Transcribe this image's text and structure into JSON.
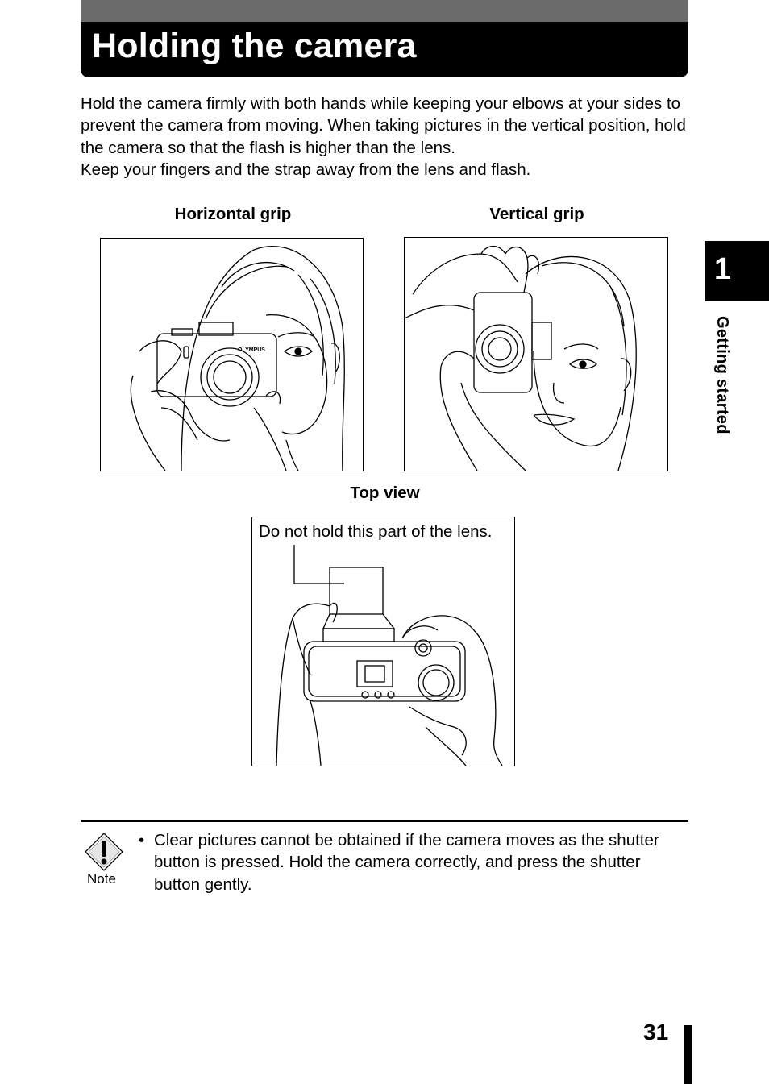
{
  "header": {
    "title": "Holding the camera"
  },
  "intro": {
    "paragraph1": "Hold the camera firmly with both hands while keeping your elbows at your sides to prevent the camera from moving. When taking pictures in the vertical position, hold the camera so that the flash is higher than the lens.",
    "paragraph2": "Keep your fingers and the strap away from the lens and flash."
  },
  "figures": {
    "horizontal_label": "Horizontal grip",
    "vertical_label": "Vertical grip",
    "top_view_label": "Top view",
    "top_view_callout": "Do not hold this part of the lens.",
    "camera_brand": "OLYMPUS"
  },
  "side_tab": {
    "chapter_number": "1",
    "chapter_title": "Getting started"
  },
  "note": {
    "icon": "warning-note-icon",
    "caption": "Note",
    "bullet": "•",
    "text": "Clear pictures cannot be obtained if the camera moves as the shutter button is pressed. Hold the camera correctly, and press the shutter button gently."
  },
  "footer": {
    "page_number": "31"
  }
}
